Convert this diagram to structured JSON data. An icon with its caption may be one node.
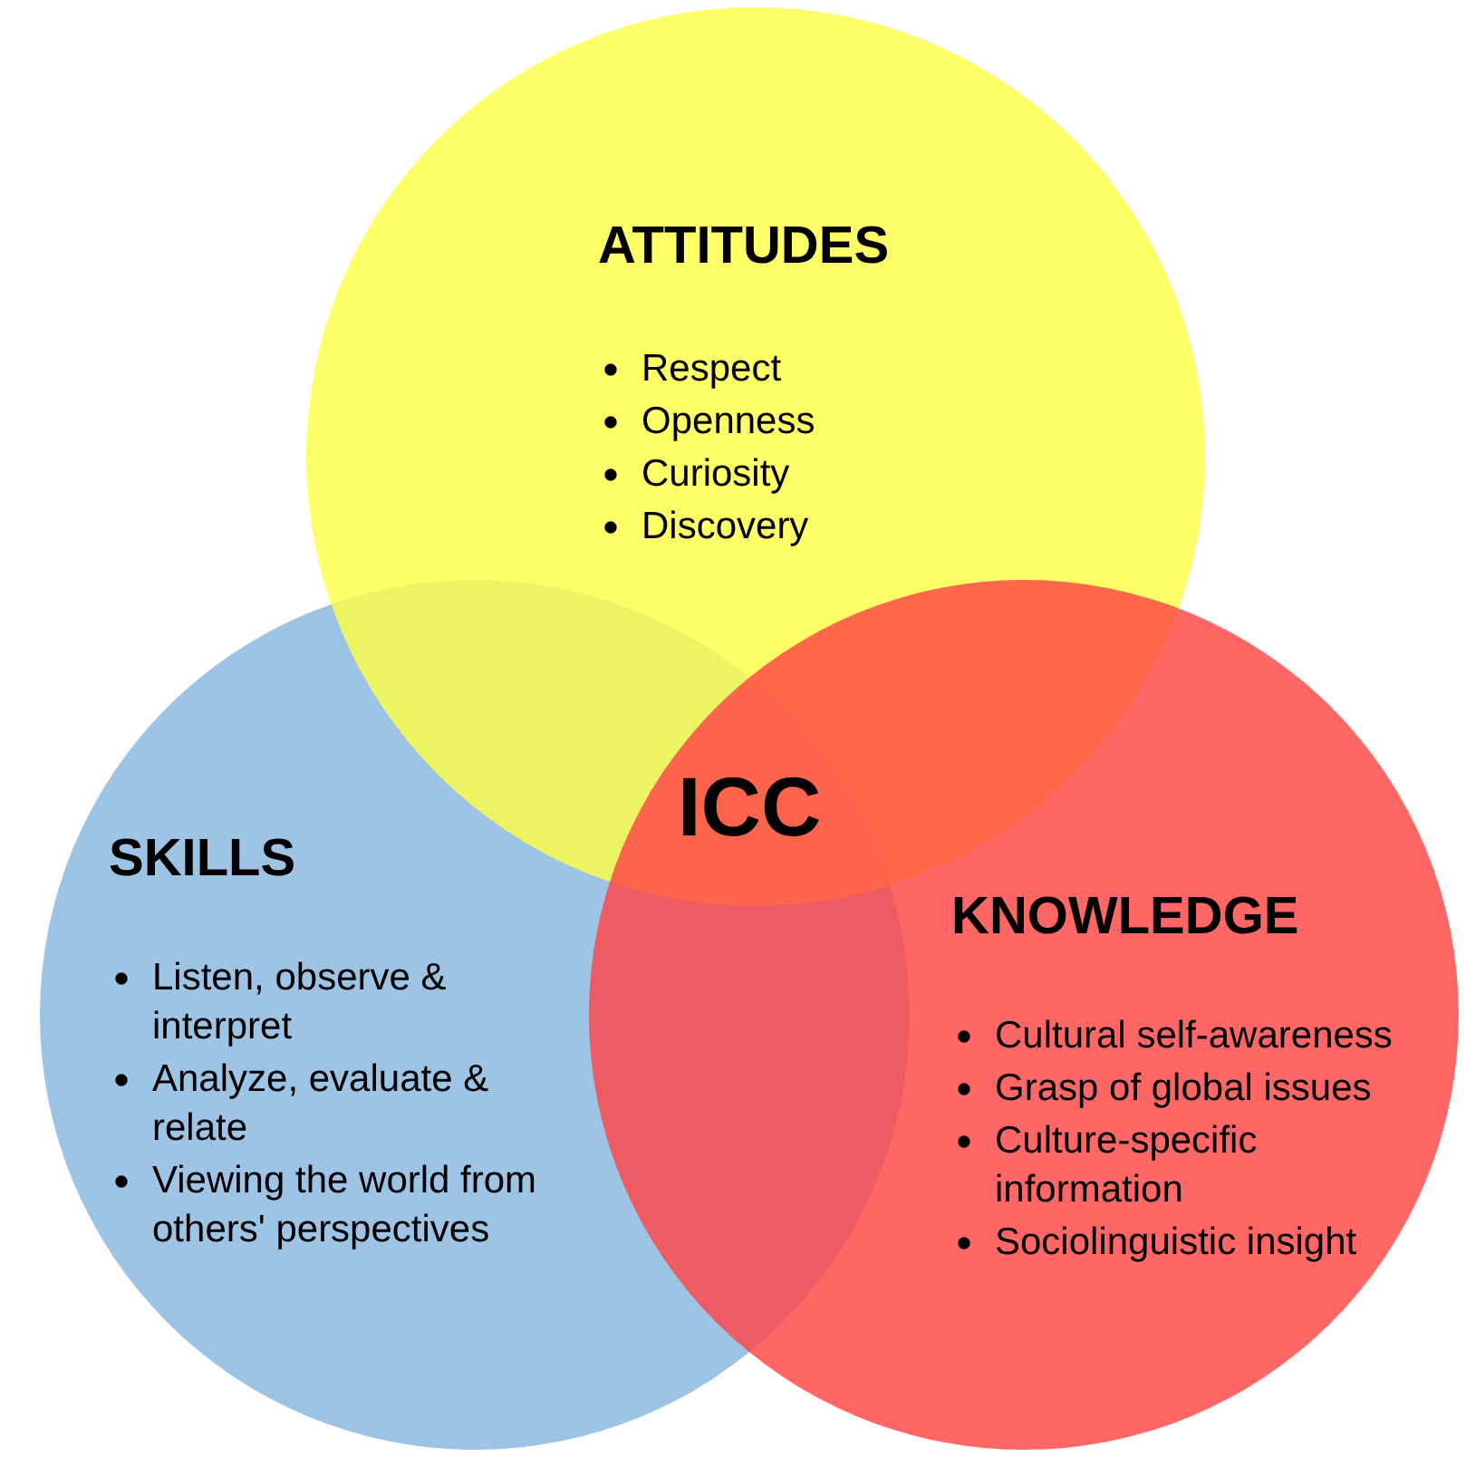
{
  "diagram": {
    "nodes": [
      {
        "text": [
          "ATTITUDES",
          "Respect",
          "Openness",
          "Curiosity",
          "Discovery"
        ]
      },
      {
        "text": [
          "SKILLS",
          "Listen, observe & interpret",
          "Analyze, evaluate & relate",
          "Viewing the world from others' perspectives"
        ]
      },
      {
        "text": [
          "KNOWLEDGE",
          "Cultural self-awareness",
          "Grasp of global issues",
          "Culture-specific information",
          "Sociolinguistic insight"
        ]
      }
    ],
    "labels": [
      "ICC"
    ]
  }
}
